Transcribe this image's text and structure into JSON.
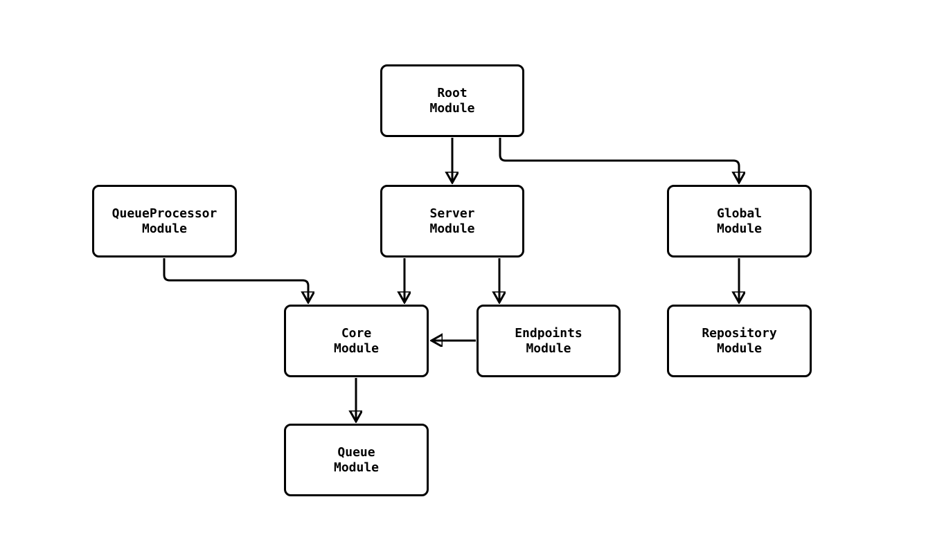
{
  "diagram": {
    "type": "flowchart",
    "direction": "top-down",
    "colors": {
      "background": "#ffffff",
      "node_fill": "#ffffff",
      "node_border": "#000000",
      "edge": "#000000",
      "text": "#000000"
    },
    "nodes": [
      {
        "id": "root",
        "label": "Root\nModule"
      },
      {
        "id": "queueprocessor",
        "label": "QueueProcessor\nModule"
      },
      {
        "id": "server",
        "label": "Server\nModule"
      },
      {
        "id": "global",
        "label": "Global\nModule"
      },
      {
        "id": "core",
        "label": "Core\nModule"
      },
      {
        "id": "endpoints",
        "label": "Endpoints\nModule"
      },
      {
        "id": "repository",
        "label": "Repository\nModule"
      },
      {
        "id": "queue",
        "label": "Queue\nModule"
      }
    ],
    "edges": [
      {
        "from": "root",
        "to": "server"
      },
      {
        "from": "root",
        "to": "global"
      },
      {
        "from": "queueprocessor",
        "to": "core"
      },
      {
        "from": "server",
        "to": "core"
      },
      {
        "from": "server",
        "to": "endpoints"
      },
      {
        "from": "endpoints",
        "to": "core"
      },
      {
        "from": "global",
        "to": "repository"
      },
      {
        "from": "core",
        "to": "queue"
      }
    ]
  }
}
